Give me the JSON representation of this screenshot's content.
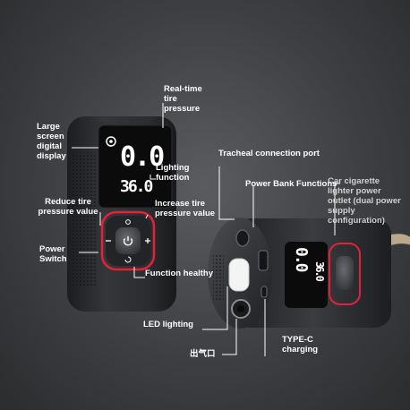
{
  "device_front": {
    "screen": {
      "pressure_reading": "0.0",
      "secondary_reading": "36.0"
    }
  },
  "device_back": {
    "screen": {
      "pressure_reading": "0.0",
      "secondary_reading": "36.0"
    }
  },
  "callouts": {
    "real_time_tire_pressure": "Real-time tire pressure",
    "large_screen_display": "Large screen digital display",
    "lighting_function": "Lighting function",
    "increase_tire_pressure": "Increase tire pressure value",
    "reduce_tire_pressure": "Reduce tire pressure value",
    "power_switch": "Power Switch",
    "function_healthy": "Function healthy",
    "tracheal_connection_port": "Tracheal connection port",
    "power_bank_functions": "Power Bank Functions",
    "cigarette_lighter_outlet": "Car cigarette lighter power outlet (dual power supply configuration)",
    "led_lighting": "LED lighting",
    "air_outlet": "出气口",
    "type_c_charging": "TYPE-C charging"
  },
  "colors": {
    "accent_red": "#e0233a",
    "body_dark": "#2a2c2f",
    "screen_black": "#0b0b0c",
    "cable_tan": "#b9a88c"
  },
  "icons": {
    "front_panel": [
      "power-icon",
      "plus-icon",
      "minus-icon",
      "light-bulb-icon",
      "mode-icon"
    ]
  }
}
